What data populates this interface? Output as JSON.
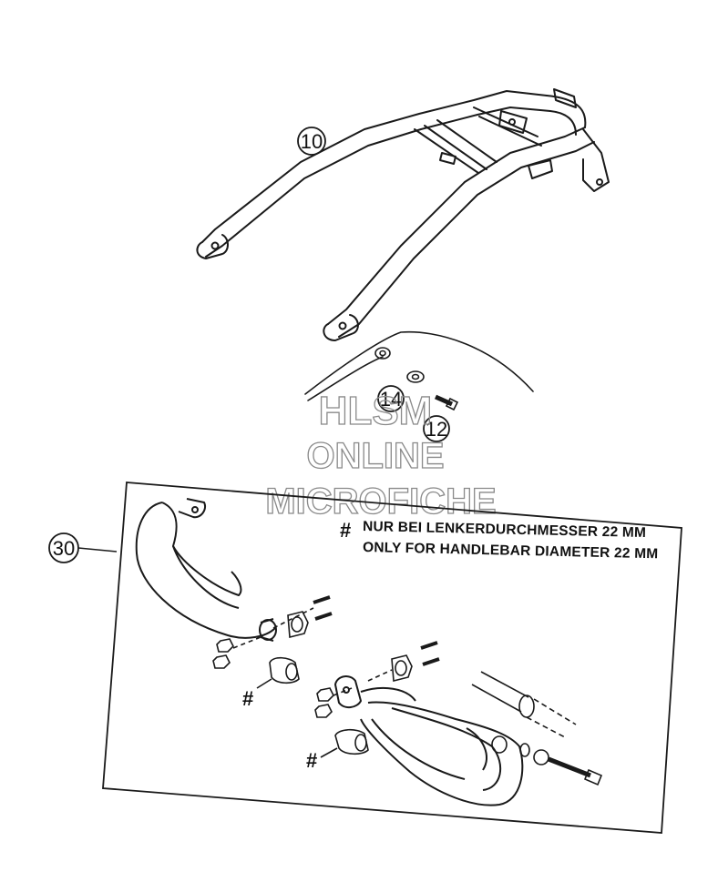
{
  "callouts": {
    "c10": "10",
    "c12": "12",
    "c14": "14",
    "c30": "30"
  },
  "note": {
    "symbol": "#",
    "line_de": "NUR BEI LENKERDURCHMESSER 22 MM",
    "line_en": "ONLY FOR HANDLEBAR DIAMETER 22 MM"
  },
  "markers": {
    "clamp_left": "#",
    "clamp_right": "#"
  },
  "watermark": {
    "line1": "HLSM",
    "line2": "ONLINE",
    "line3": "MICROFICHE"
  },
  "colors": {
    "line": "#1a1a1a",
    "watermark": "#8a8a8a",
    "background": "#ffffff"
  }
}
